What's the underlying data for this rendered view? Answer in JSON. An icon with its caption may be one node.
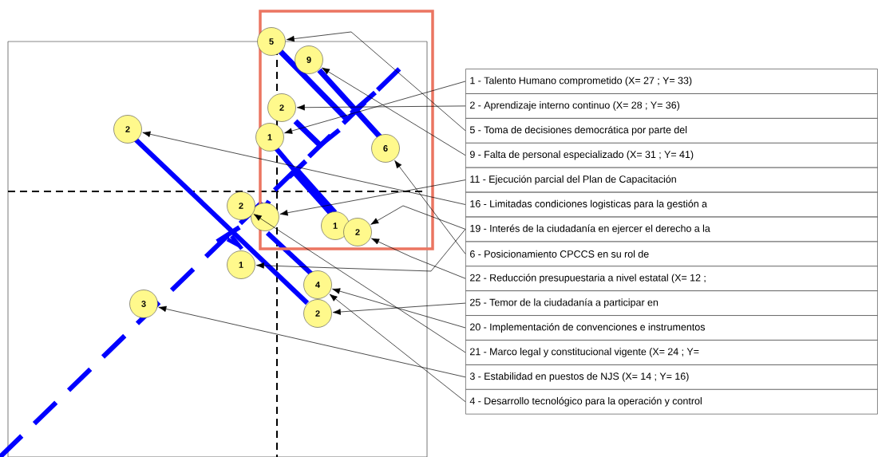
{
  "diagram": {
    "nodes": [
      {
        "text": [
          "5"
        ]
      },
      {
        "text": [
          "9"
        ]
      },
      {
        "text": [
          "2"
        ]
      },
      {
        "text": [
          "1"
        ]
      },
      {
        "text": [
          "6"
        ]
      },
      {
        "text": [
          "2"
        ]
      },
      {
        "text": [],
        "shape": "circle"
      },
      {
        "text": [
          "2"
        ]
      },
      {
        "text": [
          "1"
        ]
      },
      {
        "text": [
          "2"
        ]
      },
      {
        "text": [
          "1"
        ]
      },
      {
        "text": [
          "4"
        ]
      },
      {
        "text": [
          "2"
        ]
      },
      {
        "text": [
          "3"
        ]
      },
      {
        "text": [
          "1 - Talento Humano comprometido (X= 27 ; Y= 33)"
        ]
      },
      {
        "text": [
          "2 - Aprendizaje interno continuo (X= 28 ; Y= 36)"
        ]
      },
      {
        "text": [
          "5 - Toma de decisiones democrática por parte del"
        ]
      },
      {
        "text": [
          "9 - Falta de personal especializado (X= 31 ; Y= 41)"
        ]
      },
      {
        "text": [
          "11 - Ejecución parcial del Plan de Capacitación"
        ]
      },
      {
        "text": [
          "16 - Limitadas condiciones logisticas para la gestión a"
        ]
      },
      {
        "text": [
          "19 - Interés de la ciudadanía en ejercer el derecho a la"
        ]
      },
      {
        "text": [
          "6 - Posicionamiento CPCCS en su rol de"
        ]
      },
      {
        "text": [
          "22 - Reducción presupuestaria a nivel estatal (X= 12 ;"
        ]
      },
      {
        "text": [
          "25 - Temor de la ciudadanía a participar en"
        ]
      },
      {
        "text": [
          "20 - Implementación de convenciones e instrumentos"
        ]
      },
      {
        "text": [
          "21 - Marco legal y constitucional vigente (X= 24 ; Y="
        ]
      },
      {
        "text": [
          "3 - Estabilidad en puestos de NJS (X= 14 ; Y= 16)"
        ]
      },
      {
        "text": [
          "4 - Desarrollo tecnológico para la operación y control"
        ]
      }
    ],
    "edges": [
      {
        "from": 14,
        "to": 3,
        "arrow": "to"
      },
      {
        "from": 15,
        "to": 2,
        "arrow": "to"
      },
      {
        "from": 16,
        "to": 0,
        "arrow": "to"
      },
      {
        "from": 17,
        "to": 1,
        "arrow": "to"
      },
      {
        "from": 18,
        "to": 6,
        "arrow": "to"
      },
      {
        "from": 19,
        "to": 5,
        "arrow": "to"
      },
      {
        "from": 20,
        "to": 9,
        "arrow": "to"
      },
      {
        "from": 20,
        "to": 10,
        "arrow": "to"
      },
      {
        "from": 21,
        "to": 4,
        "arrow": "to"
      },
      {
        "from": 22,
        "to": 9,
        "arrow": "to"
      },
      {
        "from": 23,
        "to": 12,
        "arrow": "to"
      },
      {
        "from": 24,
        "to": 11,
        "arrow": "to"
      },
      {
        "from": 25,
        "to": 7,
        "arrow": "to"
      },
      {
        "from": 26,
        "to": 13,
        "arrow": "to"
      },
      {
        "from": 27,
        "to": 11,
        "arrow": "to"
      }
    ]
  }
}
